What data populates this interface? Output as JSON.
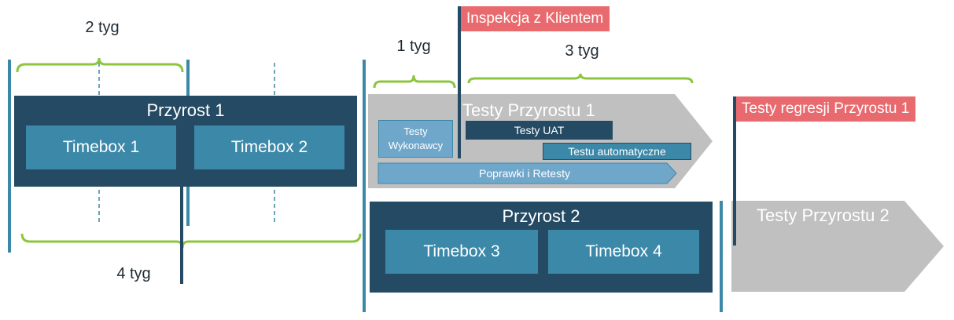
{
  "colors": {
    "dark_panel": "#254a63",
    "timebox": "#3c88a8",
    "arrow_gray": "#c0c0c0",
    "bracket_green": "#8cc63f",
    "flag_red": "#e86a6e"
  },
  "left": {
    "duration_top": "2 tyg",
    "duration_bottom": "4 tyg",
    "panel_title": "Przyrost 1",
    "timeboxes": [
      "Timebox 1",
      "Timebox 2"
    ]
  },
  "testing1": {
    "flag": "Inspekcja z Klientem",
    "duration_a": "1 tyg",
    "duration_b": "3 tyg",
    "arrow_title": "Testy Przyrostu 1",
    "vendor_tests": "Testy Wykonawcy",
    "uat": "Testy UAT",
    "automation": "Testu automatyczne",
    "fixes": "Poprawki i Retesty"
  },
  "increment2": {
    "panel_title": "Przyrost 2",
    "timeboxes": [
      "Timebox 3",
      "Timebox 4"
    ]
  },
  "testing2": {
    "flag": "Testy regresji Przyrostu 1",
    "arrow_title": "Testy Przyrostu 2"
  }
}
